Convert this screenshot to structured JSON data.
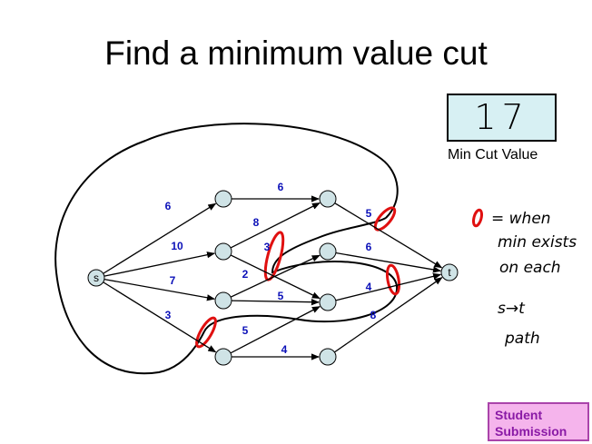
{
  "slide": {
    "title": "Find a minimum value cut",
    "answer_value": "17",
    "answer_label": "Min Cut Value",
    "submission_line1": "Student",
    "submission_line2": "Submission"
  },
  "graph": {
    "nodes": [
      {
        "id": "s",
        "label": "s"
      },
      {
        "id": "a1",
        "label": ""
      },
      {
        "id": "a2",
        "label": ""
      },
      {
        "id": "a3",
        "label": ""
      },
      {
        "id": "a4",
        "label": ""
      },
      {
        "id": "b1",
        "label": ""
      },
      {
        "id": "b2",
        "label": ""
      },
      {
        "id": "b3",
        "label": ""
      },
      {
        "id": "b4",
        "label": ""
      },
      {
        "id": "t",
        "label": "t"
      }
    ],
    "edges": [
      {
        "from": "s",
        "to": "a1",
        "capacity": "6"
      },
      {
        "from": "s",
        "to": "a2",
        "capacity": "10"
      },
      {
        "from": "s",
        "to": "a3",
        "capacity": "7"
      },
      {
        "from": "s",
        "to": "a4",
        "capacity": "3"
      },
      {
        "from": "a1",
        "to": "b1",
        "capacity": "6"
      },
      {
        "from": "a2",
        "to": "b1",
        "capacity": "8"
      },
      {
        "from": "a2",
        "to": "b3",
        "capacity": "3"
      },
      {
        "from": "a3",
        "to": "b2",
        "capacity": "2"
      },
      {
        "from": "a3",
        "to": "b3",
        "capacity": "5"
      },
      {
        "from": "a4",
        "to": "b3",
        "capacity": "5"
      },
      {
        "from": "a4",
        "to": "b4",
        "capacity": "4"
      },
      {
        "from": "b1",
        "to": "t",
        "capacity": "5"
      },
      {
        "from": "b2",
        "to": "t",
        "capacity": "6"
      },
      {
        "from": "b3",
        "to": "t",
        "capacity": "4"
      },
      {
        "from": "b4",
        "to": "t",
        "capacity": "8"
      }
    ]
  },
  "annotation": {
    "line1": "= when",
    "line2": "min exists",
    "line3": "on each",
    "line4": "s→t",
    "line5": "path"
  }
}
